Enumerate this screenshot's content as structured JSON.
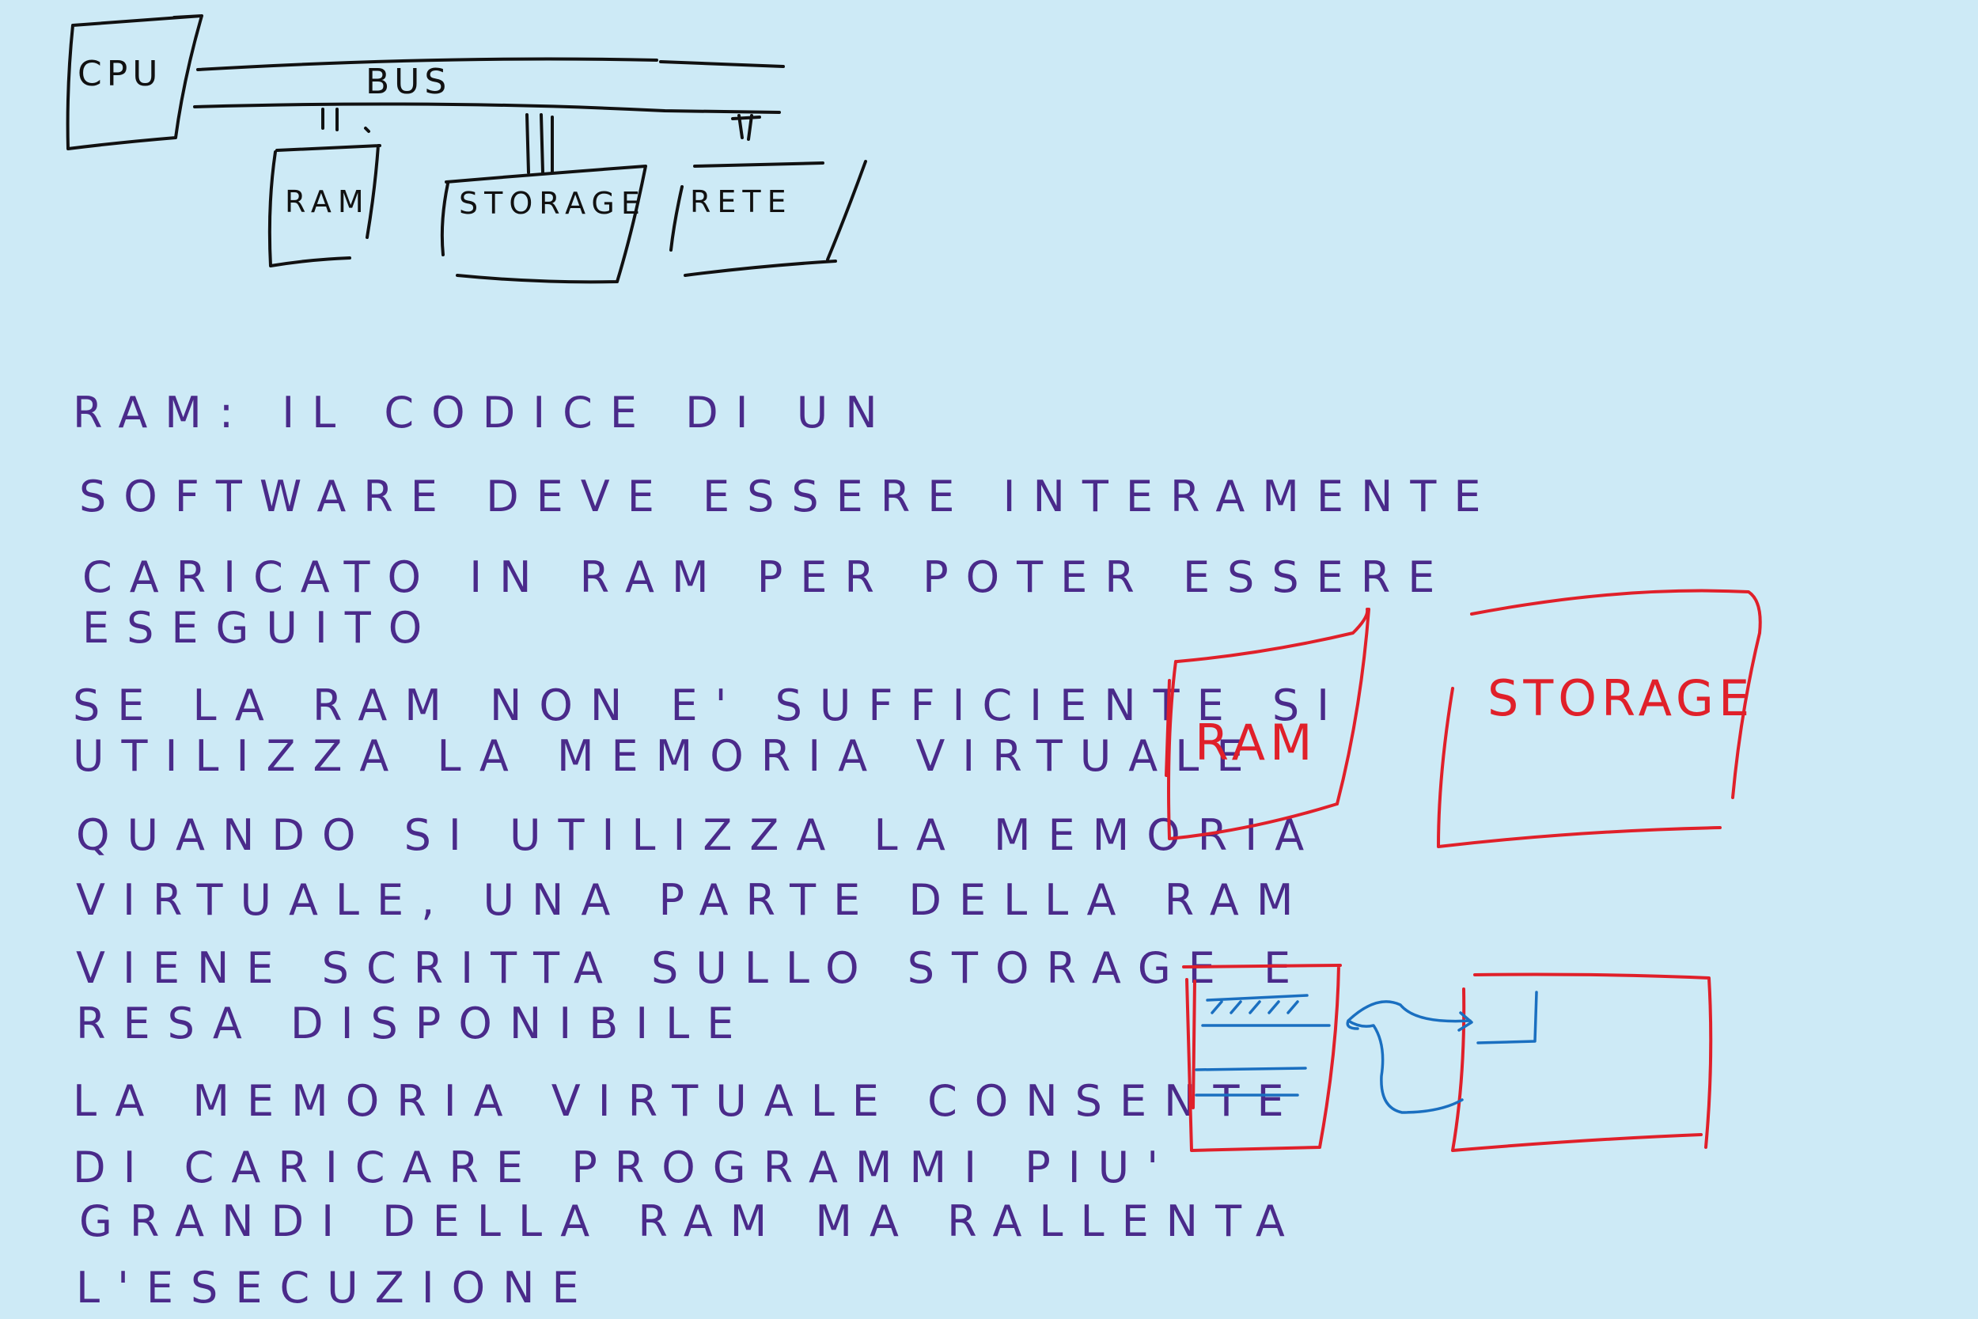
{
  "diagram_top": {
    "cpu": "CPU",
    "bus": "BUS",
    "ram": "RAM",
    "storage": "STORAGE",
    "rete": "RETE"
  },
  "notes": [
    "RAM: IL CODICE DI UN",
    "SOFTWARE DEVE ESSERE INTERAMENTE",
    "CARICATO IN RAM PER POTER ESSERE",
    "ESEGUITO",
    "SE LA RAM NON E' SUFFICIENTE SI",
    "UTILIZZA LA MEMORIA VIRTUALE",
    "QUANDO SI UTILIZZA LA MEMORIA",
    "VIRTUALE, UNA PARTE DELLA RAM",
    "VIENE SCRITTA SULLO STORAGE E",
    "RESA DISPONIBILE",
    "LA MEMORIA VIRTUALE CONSENTE",
    "DI CARICARE PROGRAMMI PIU'",
    "GRANDI DELLA RAM MA RALLENTA",
    "L'ESECUZIONE"
  ],
  "diagram_right": {
    "ram": "RAM",
    "storage": "STORAGE"
  },
  "colors": {
    "background": "#cdeaf6",
    "black_ink": "#111111",
    "purple_ink": "#4a2a8a",
    "red_ink": "#e0202a",
    "blue_ink": "#1a6fc0"
  }
}
